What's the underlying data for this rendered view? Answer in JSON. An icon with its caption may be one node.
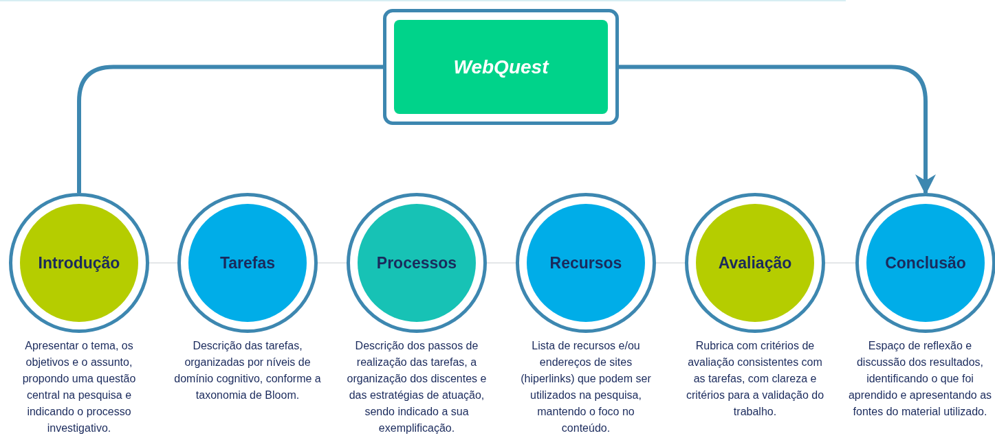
{
  "diagram": {
    "nodes": [
      {
        "text": [
          "WebQuest"
        ]
      },
      {
        "text": [
          "Introdução"
        ],
        "beside": [
          "Apresentar o tema, os objetivos e o assunto, propondo uma questão central na pesquisa e indicando o processo investigativo."
        ]
      },
      {
        "text": [
          "Tarefas"
        ],
        "beside": [
          "Descrição das tarefas, organizadas por níveis de domínio cognitivo, conforme a taxonomia de Bloom."
        ]
      },
      {
        "text": [
          "Processos"
        ],
        "beside": [
          "Descrição dos passos de realização das tarefas, a organização dos discentes e das estratégias de atuação, sendo indicado a sua exemplificação."
        ]
      },
      {
        "text": [
          "Recursos"
        ],
        "beside": [
          "Lista de recursos e/ou endereços de sites (hiperlinks) que podem ser utilizados na pesquisa, mantendo o foco no conteúdo."
        ]
      },
      {
        "text": [
          "Avaliação"
        ],
        "beside": [
          "Rubrica com critérios de avaliação consistentes com as tarefas, com clareza e critérios para a validação do trabalho."
        ]
      },
      {
        "text": [
          "Conclusão"
        ],
        "beside": [
          "Espaço de reflexão e discussão dos resultados, identificando o que foi aprendido e apresentando as fontes do material utilizado."
        ]
      }
    ],
    "edges": [
      {
        "from": 0,
        "to": 1,
        "arrow": "none",
        "style": "thick",
        "color": "#3d87b0"
      },
      {
        "from": 0,
        "to": 6,
        "arrow": "to",
        "style": "thick",
        "color": "#3d87b0"
      },
      {
        "from": 1,
        "to": 2,
        "arrow": "none"
      },
      {
        "from": 2,
        "to": 3,
        "arrow": "none"
      },
      {
        "from": 3,
        "to": 4,
        "arrow": "none"
      },
      {
        "from": 4,
        "to": 5,
        "arrow": "none"
      },
      {
        "from": 5,
        "to": 6,
        "arrow": "none"
      }
    ]
  }
}
